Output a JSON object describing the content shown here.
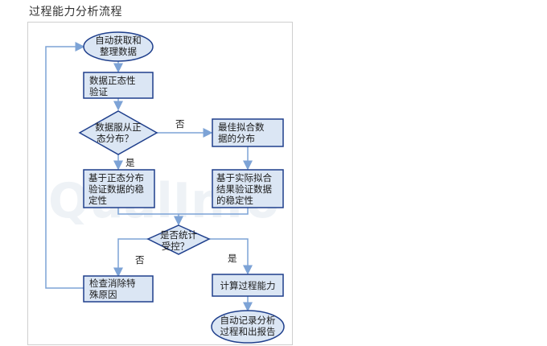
{
  "page": {
    "title": "过程能力分析流程"
  },
  "watermark": "QualInfo",
  "colors": {
    "box_fill": "#dbe6f4",
    "box_stroke": "#1f3f8c",
    "arrow": "#7da3d6"
  },
  "nodes": {
    "start": {
      "line1": "自动获取和",
      "line2": "整理数据"
    },
    "verify": {
      "line1": "数据正态性",
      "line2": "验证"
    },
    "decision_normal": {
      "line1": "数据服从正",
      "line2": "态分布？"
    },
    "best_fit": {
      "line1": "最佳拟合数",
      "line2": "据的分布"
    },
    "stability_normal": {
      "line1": "基于正态分布",
      "line2": "验证数据的稳",
      "line3": "定性"
    },
    "stability_fit": {
      "line1": "基于实际拟合",
      "line2": "结果验证数据",
      "line3": "的稳定性"
    },
    "decision_control": {
      "line1": "是否统计",
      "line2": "受控？"
    },
    "special_cause": {
      "line1": "检查消除特",
      "line2": "殊原因"
    },
    "calc_capability": {
      "line1": "计算过程能力"
    },
    "report": {
      "line1": "自动记录分析",
      "line2": "过程和出报告"
    }
  },
  "edge_labels": {
    "normal_no": "否",
    "normal_yes": "是",
    "control_no": "否",
    "control_yes": "是"
  }
}
